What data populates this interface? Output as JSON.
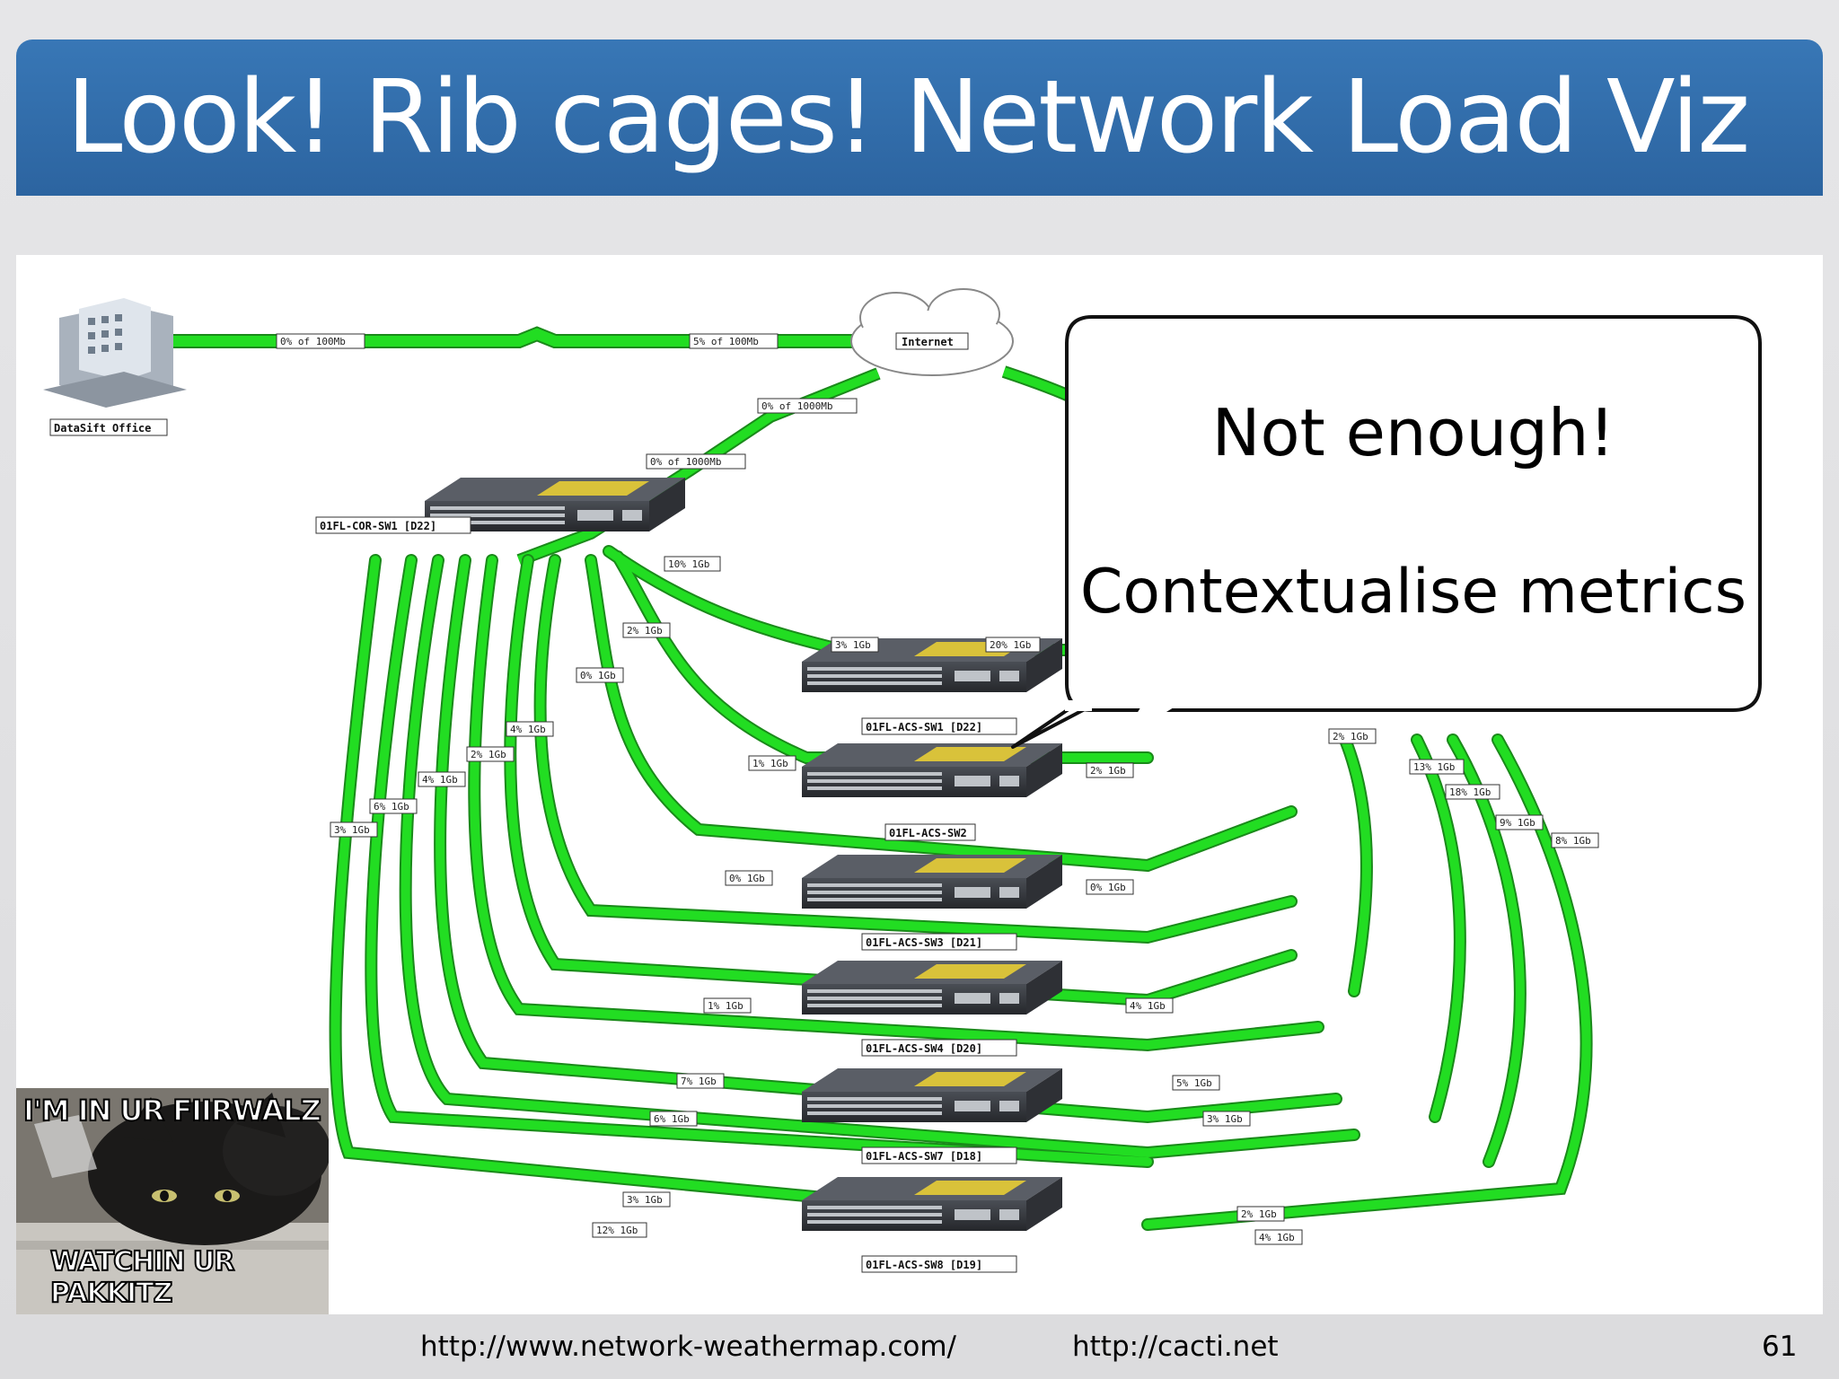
{
  "slide": {
    "title": "Look! Rib cages! Network Load Viz",
    "page_number": "61",
    "footer_links": [
      "http://www.network-weathermap.com/",
      "http://cacti.net"
    ]
  },
  "callout": {
    "line1": "Not enough!",
    "line2": "Contextualise metrics"
  },
  "meme": {
    "top_text": "I'M IN UR FIIRWALZ",
    "bottom_text": "WATCHIN UR PAKKITZ"
  },
  "colors": {
    "title_bar": "#2f6aa8",
    "link_green": "#22dd22",
    "link_outline": "#1a8a1a",
    "switch_body": "#3a3d42",
    "switch_label": "#d8c33a"
  },
  "diagram": {
    "nodes": {
      "office": "DataSift Office",
      "internet": "Internet",
      "core": "01FL-COR-SW1 [D22]",
      "sw1": "01FL-ACS-SW1 [D22]",
      "sw2": "01FL-ACS-SW2",
      "sw3": "01FL-ACS-SW3 [D21]",
      "sw4": "01FL-ACS-SW4 [D20]",
      "sw7": "01FL-ACS-SW7 [D18]",
      "sw8": "01FL-ACS-SW8 [D19]"
    },
    "links": {
      "office_a": "0% of 100Mb",
      "office_b": "5% of 100Mb",
      "inet_a": "0% of 1000Mb",
      "inet_b": "0% of 1000Mb",
      "core_sw1": "10% 1Gb",
      "sw1_in": "3% 1Gb",
      "sw1_out": "20% 1Gb",
      "core_sw2": "2% 1Gb",
      "sw2_in": "1% 1Gb",
      "sw2_out": "2% 1Gb",
      "core_sw3": "0% 1Gb",
      "sw3_in": "0% 1Gb",
      "sw3_out": "0% 1Gb",
      "l4a": "4% 1Gb",
      "l2a": "2% 1Gb",
      "l4b": "4% 1Gb",
      "l6a": "6% 1Gb",
      "l3a": "3% 1Gb",
      "sw4_in": "1% 1Gb",
      "sw4_out": "4% 1Gb",
      "sw7_in_a": "7% 1Gb",
      "sw7_in_b": "6% 1Gb",
      "sw7_out_a": "5% 1Gb",
      "sw7_out_b": "3% 1Gb",
      "sw8_in_a": "3% 1Gb",
      "sw8_in_b": "12% 1Gb",
      "sw8_out_a": "2% 1Gb",
      "sw8_out_b": "4% 1Gb",
      "r2": "2% 1Gb",
      "r13": "13% 1Gb",
      "r18": "18% 1Gb",
      "r9": "9% 1Gb",
      "r8": "8% 1Gb"
    }
  }
}
